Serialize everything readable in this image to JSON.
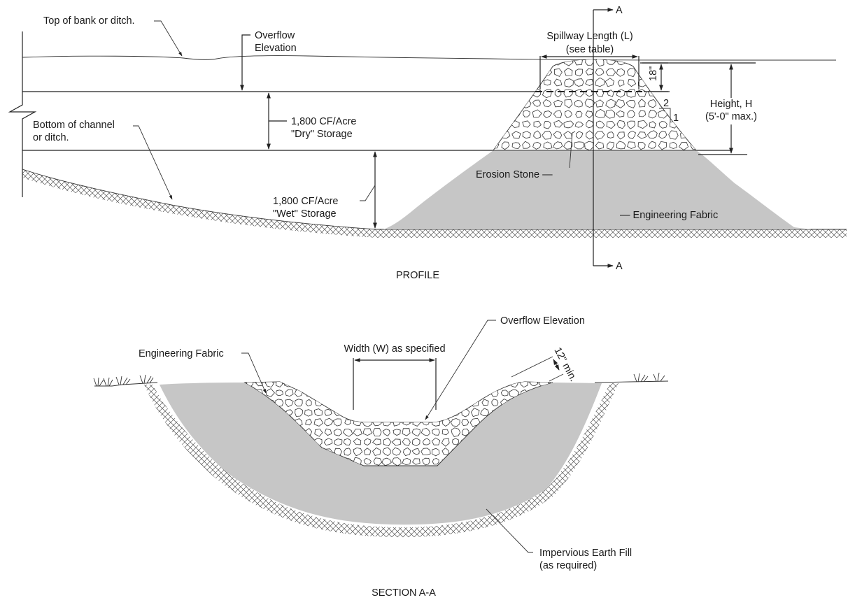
{
  "profile": {
    "title": "PROFILE",
    "labels": {
      "top_of_bank": "Top of bank or ditch.",
      "overflow_elevation_1": "Overflow",
      "overflow_elevation_2": "Elevation",
      "bottom_channel_1": "Bottom of channel",
      "bottom_channel_2": "or ditch.",
      "dry_storage_1": "1,800 CF/Acre",
      "dry_storage_2": "\"Dry\" Storage",
      "wet_storage_1": "1,800 CF/Acre",
      "wet_storage_2": "\"Wet\" Storage",
      "spillway_length_1": "Spillway Length (L)",
      "spillway_length_2": "(see table)",
      "eighteen_inch": "18\"",
      "slope_run": "2",
      "slope_rise": "1",
      "height_1": "Height, H",
      "height_2": "(5'-0\" max.)",
      "erosion_stone": "Erosion Stone —",
      "engineering_fabric": "— Engineering Fabric",
      "section_marker_top": "A",
      "section_marker_bottom": "A"
    }
  },
  "section": {
    "title": "SECTION A-A",
    "labels": {
      "engineering_fabric": "Engineering Fabric",
      "width": "Width (W) as specified",
      "overflow_elevation": "Overflow Elevation",
      "twelve_min": "12\" min.",
      "impervious_1": "Impervious Earth Fill",
      "impervious_2": "(as required)"
    }
  },
  "colors": {
    "fill_gray": "#c6c6c6",
    "line": "#222222"
  }
}
